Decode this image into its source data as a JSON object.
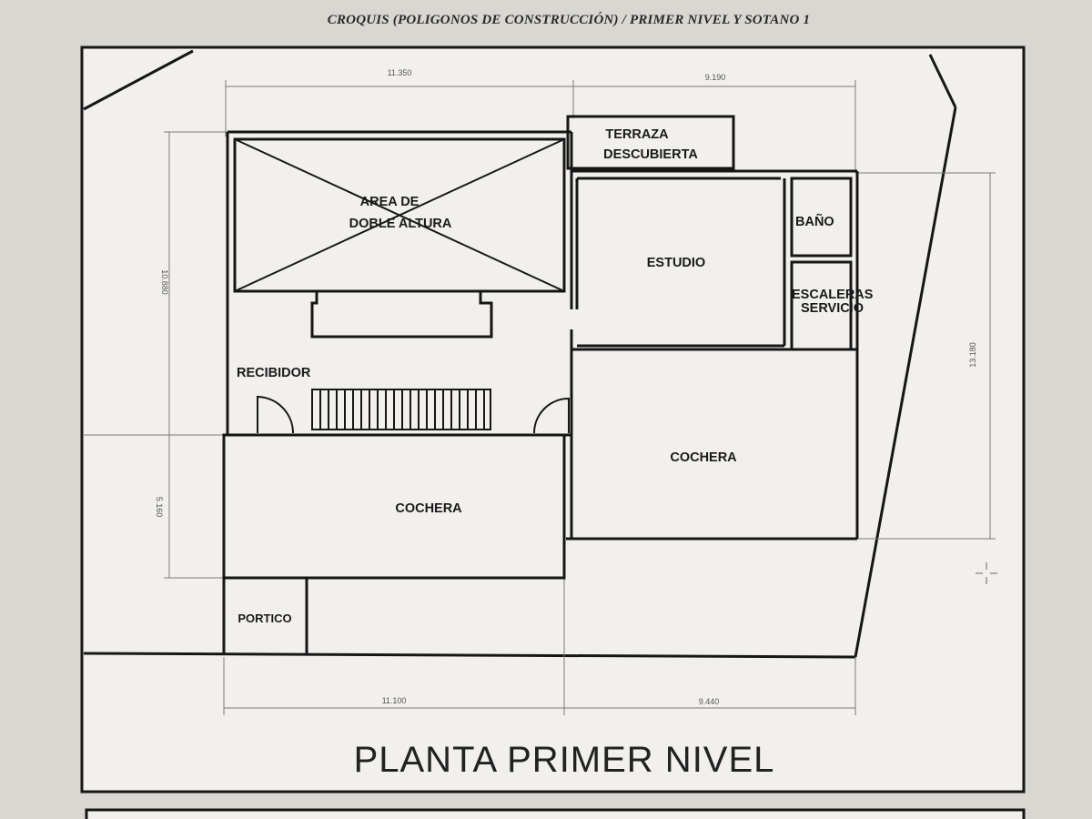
{
  "header": {
    "title": "CROQUIS (POLIGONOS DE CONSTRUCCIÓN) / PRIMER NIVEL Y SOTANO 1"
  },
  "plan": {
    "title": "PLANTA PRIMER NIVEL",
    "rooms": {
      "terraza_line1": "TERRAZA",
      "terraza_line2": "DESCUBIERTA",
      "doble_altura_line1": "AREA DE",
      "doble_altura_line2": "DOBLE ALTURA",
      "estudio": "ESTUDIO",
      "bano": "BAÑO",
      "escaleras_line1": "ESCALERAS",
      "escaleras_line2": "SERVICIO",
      "recibidor": "RECIBIDOR",
      "cochera_right": "COCHERA",
      "cochera_left": "COCHERA",
      "portico": "PORTICO"
    },
    "dimensions": {
      "top_left": "11.350",
      "top_right": "9.190",
      "left_upper": "10.880",
      "left_lower": "5.160",
      "right": "13.180",
      "bottom_left": "11.100",
      "bottom_right": "9.440"
    }
  }
}
